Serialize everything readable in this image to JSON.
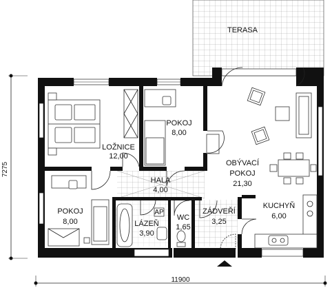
{
  "plan": {
    "terrace_label": "TERASA",
    "dimensions": {
      "width": "11900",
      "height": "7275"
    },
    "rooms": [
      {
        "id": "loznice",
        "name": "LOŽNICE",
        "area": "12,00"
      },
      {
        "id": "pokoj1",
        "name": "POKOJ",
        "area": "8,00"
      },
      {
        "id": "obyvaci",
        "name": "OBÝVACÍ",
        "name2": "POKOJ",
        "area": "21,30"
      },
      {
        "id": "hala",
        "name": "HALA",
        "area": "4,00"
      },
      {
        "id": "pokoj2",
        "name": "POKOJ",
        "area": "8,00"
      },
      {
        "id": "lazen",
        "name": "LÁZEŇ",
        "area": "3,90"
      },
      {
        "id": "wc",
        "name": "WC",
        "area": "1,65"
      },
      {
        "id": "zadveri",
        "name": "ZÁDVEŘÍ",
        "area": "3,25"
      },
      {
        "id": "kuchyn",
        "name": "KUCHYŇ",
        "area": "6,00"
      }
    ],
    "appliance_label": "AP"
  }
}
